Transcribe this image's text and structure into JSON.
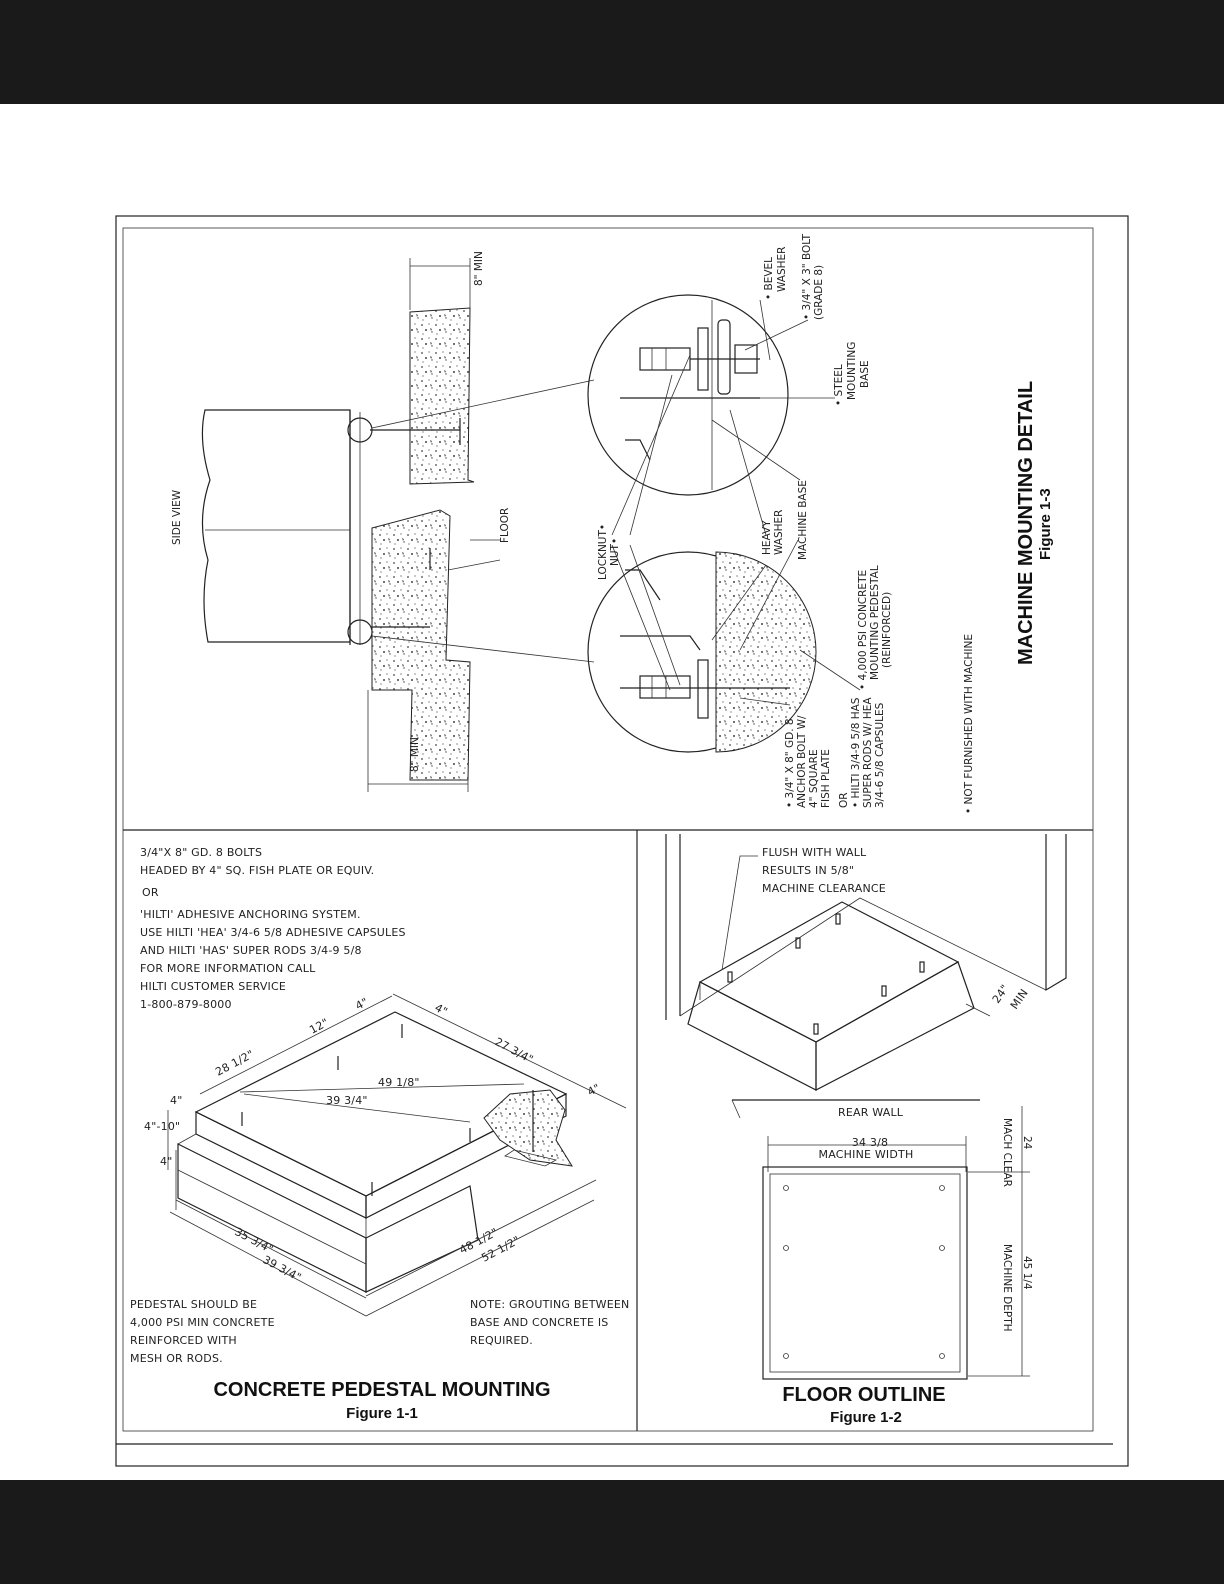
{
  "fig3": {
    "title": "MACHINE MOUNTING DETAIL",
    "figure": "Figure 1-3",
    "side_view": "SIDE VIEW",
    "dim_top": "8\" MIN",
    "dim_bottom": "8\" MIN",
    "floor": "FLOOR",
    "bevel_washer": [
      "• BEVEL",
      "WASHER"
    ],
    "bolt": [
      "• 3/4\" X 3\" BOLT",
      "(GRADE 8)"
    ],
    "steel_base": [
      "• STEEL",
      "MOUNTING",
      "BASE"
    ],
    "locknut": "LOCKNUT•",
    "nut": "NUT•",
    "heavy_washer": [
      "HEAVY",
      "WASHER"
    ],
    "machine_base": "MACHINE BASE",
    "pedestal_note": [
      "• 4,000 PSI CONCRETE",
      "MOUNTING PEDESTAL",
      "(REINFORCED)"
    ],
    "anchor_note": [
      "• 3/4\" X 8\" GD. 8",
      "ANCHOR BOLT W/",
      "4\" SQUARE",
      "FISH PLATE",
      "OR",
      "• HILTI 3/4-9 5/8 HAS",
      "SUPER RODS W/ HEA",
      "3/4-6 5/8 CAPSULES"
    ],
    "not_furnished": "• NOT FURNISHED WITH MACHINE"
  },
  "fig1": {
    "title": "CONCRETE PEDESTAL MOUNTING",
    "figure": "Figure 1-1",
    "notes": [
      "3/4\"X 8\" GD. 8 BOLTS",
      "HEADED BY 4\" SQ. FISH PLATE OR EQUIV.",
      "OR",
      "'HILTI' ADHESIVE ANCHORING SYSTEM.",
      "USE HILTI 'HEA' 3/4-6 5/8 ADHESIVE CAPSULES",
      "AND HILTI 'HAS' SUPER RODS 3/4-9 5/8",
      "FOR MORE INFORMATION CALL",
      "HILTI CUSTOMER SERVICE",
      "1-800-879-8000"
    ],
    "dims": {
      "d12": "12\"",
      "d4a": "4\"",
      "d4b": "4\"",
      "d28": "28 1/2\"",
      "d27": "27 3/4\"",
      "d49": "49 1/8\"",
      "d39a": "39 3/4\"",
      "d4c": "4\"",
      "d4d": "4\"",
      "d410": "4\"-10\"",
      "d4e": "4\"",
      "d35": "35 3/4\"",
      "d39b": "39 3/4\"",
      "d48": "48 1/2\"",
      "d52": "52 1/2\""
    },
    "pedestal_note": [
      "PEDESTAL SHOULD BE",
      "4,000 PSI MIN CONCRETE",
      "REINFORCED WITH",
      "MESH OR RODS."
    ],
    "grout_note": [
      "NOTE: GROUTING BETWEEN",
      "BASE AND CONCRETE IS",
      "REQUIRED."
    ]
  },
  "fig2": {
    "title": "FLOOR OUTLINE",
    "figure": "Figure 1-2",
    "flush_note": [
      "FLUSH WITH WALL",
      "RESULTS IN 5/8\"",
      "MACHINE CLEARANCE"
    ],
    "min24": "24\"",
    "min": "MIN",
    "rear_wall": "REAR WALL",
    "width_dim": "34 3/8",
    "width_label": "MACHINE WIDTH",
    "clear_dim": "24",
    "clear_label": "MACH CLEAR",
    "depth_dim": "45 1/4",
    "depth_label": "MACHINE DEPTH"
  }
}
